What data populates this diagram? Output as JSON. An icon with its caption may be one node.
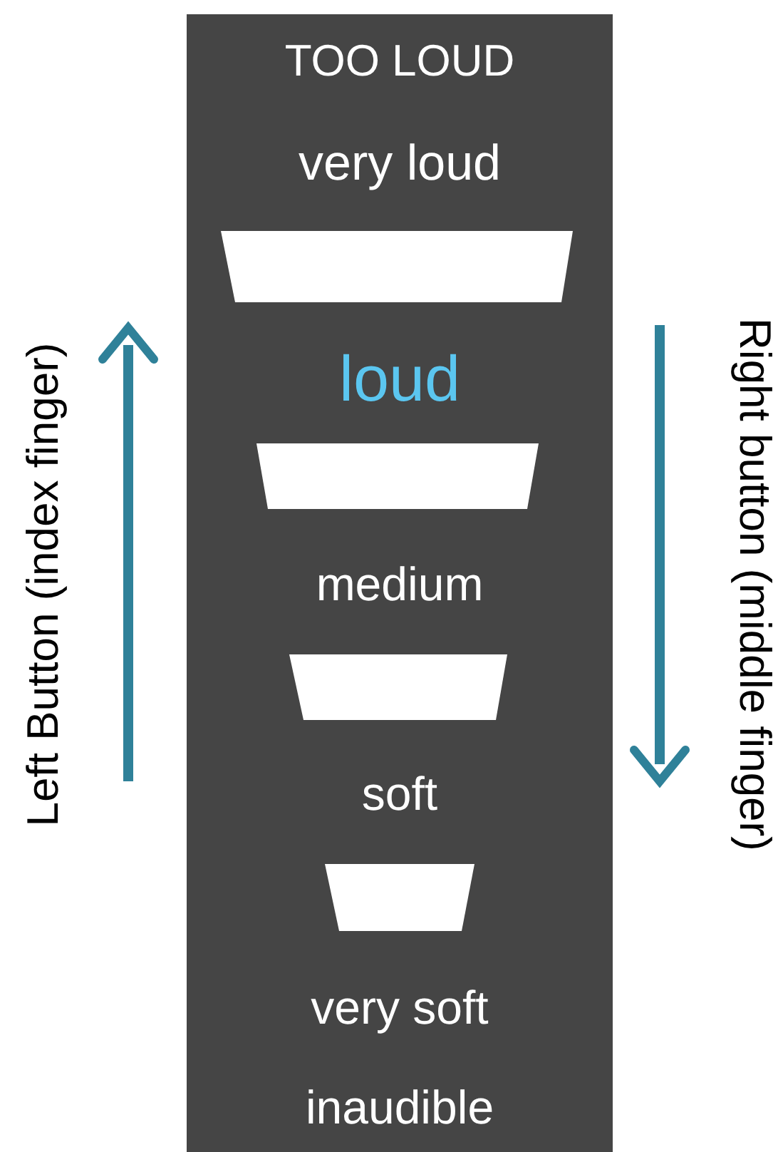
{
  "diagram": {
    "nodes": [
      {
        "text": [],
        "shape": "trapezoid"
      },
      {
        "text": [],
        "shape": "trapezoid"
      },
      {
        "text": [],
        "shape": "trapezoid"
      },
      {
        "text": [],
        "shape": "trapezoid"
      }
    ],
    "labels": [
      "TOO LOUD",
      "very loud",
      "loud",
      "medium",
      "soft",
      "very soft",
      "inaudible",
      "Left Button (index finger)",
      "Right button (middle finger)"
    ]
  }
}
